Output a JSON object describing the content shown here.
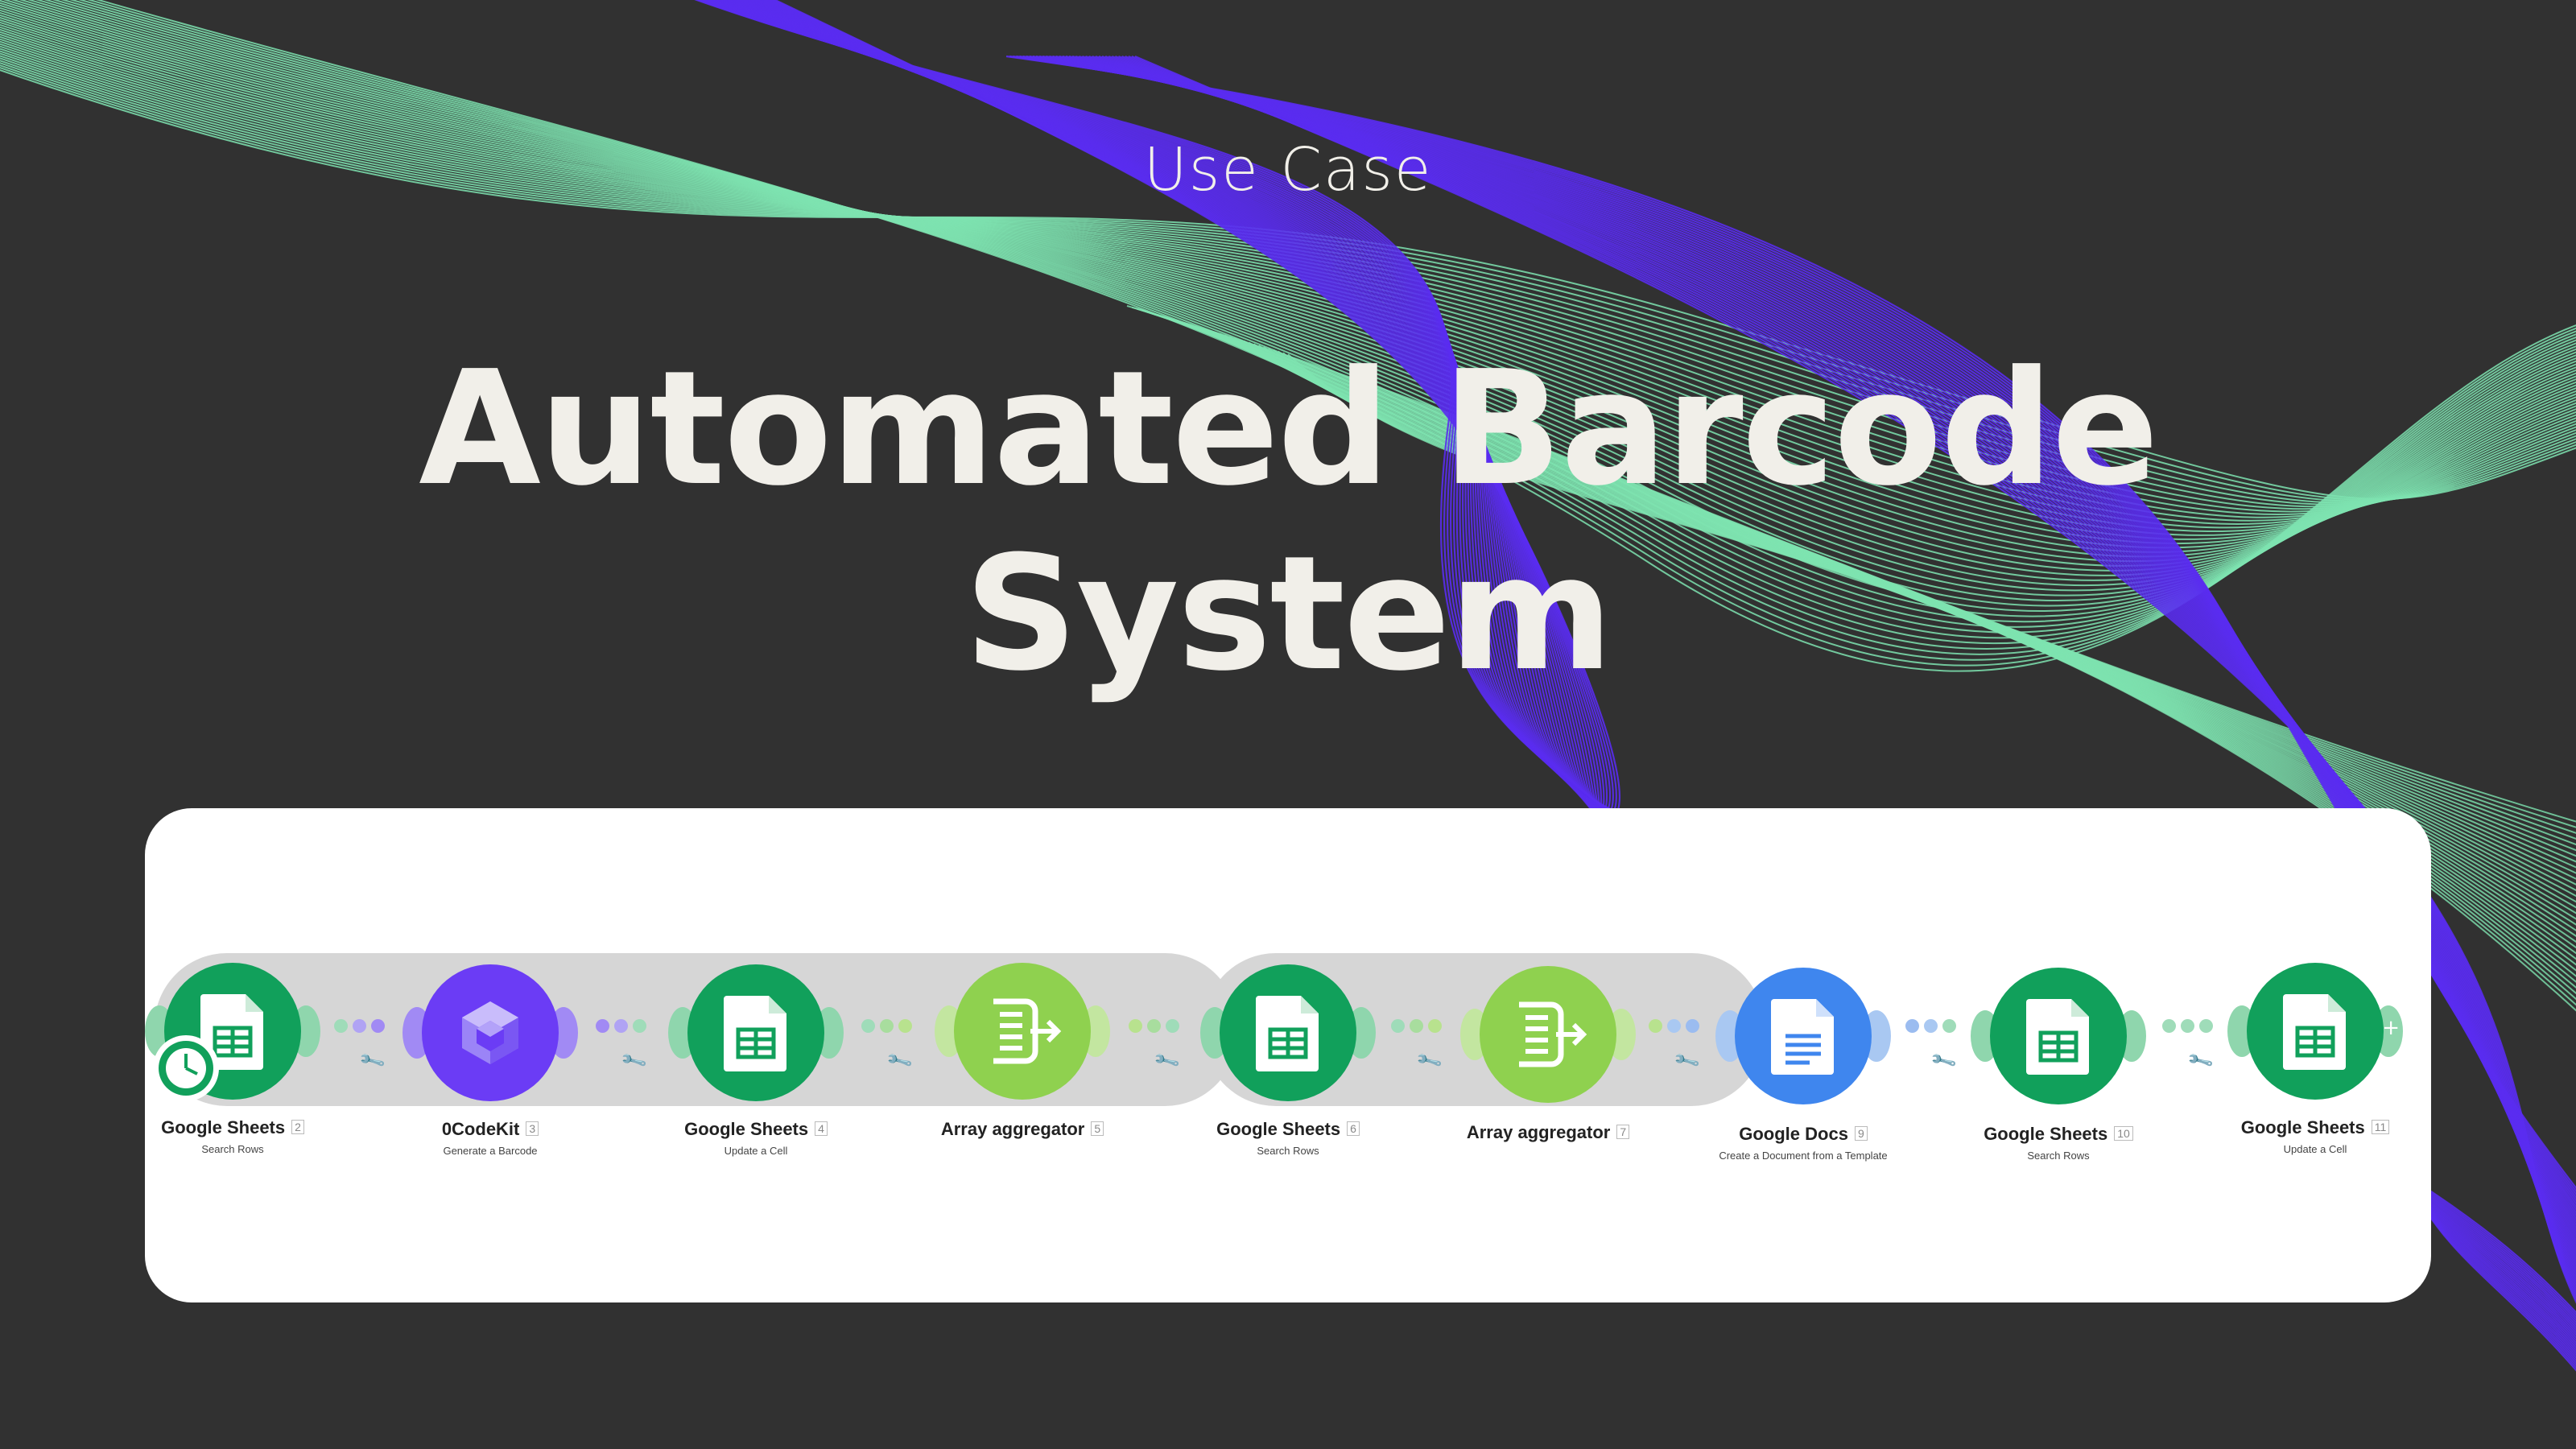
{
  "page": {
    "eyebrow": "Use Case",
    "headline_line1": "Automated Barcode",
    "headline_line2": "System"
  },
  "colors": {
    "background": "#313131",
    "text": "#f1efe9",
    "purple_wave": "#5a2cf0",
    "green_wave": "#7ee3b0",
    "sheets_green": "#11a05b",
    "ocodekit_purple": "#6b3cf5",
    "aggregator_green": "#8fd14f",
    "docs_blue": "#3f86ee"
  },
  "scenario": {
    "modules": [
      {
        "name": "Google Sheets",
        "number": "2",
        "action": "Search Rows",
        "icon": "google-sheets-icon"
      },
      {
        "name": "0CodeKit",
        "number": "3",
        "action": "Generate a Barcode",
        "icon": "ocodekit-icon"
      },
      {
        "name": "Google Sheets",
        "number": "4",
        "action": "Update a Cell",
        "icon": "google-sheets-icon"
      },
      {
        "name": "Array aggregator",
        "number": "5",
        "action": "",
        "icon": "array-aggregator-icon"
      },
      {
        "name": "Google Sheets",
        "number": "6",
        "action": "Search Rows",
        "icon": "google-sheets-icon"
      },
      {
        "name": "Array aggregator",
        "number": "7",
        "action": "",
        "icon": "array-aggregator-icon"
      },
      {
        "name": "Google Docs",
        "number": "9",
        "action": "Create a Document from a Template",
        "icon": "google-docs-icon"
      },
      {
        "name": "Google Sheets",
        "number": "10",
        "action": "Search Rows",
        "icon": "google-sheets-icon"
      },
      {
        "name": "Google Sheets",
        "number": "11",
        "action": "Update a Cell",
        "icon": "google-sheets-icon"
      }
    ]
  }
}
